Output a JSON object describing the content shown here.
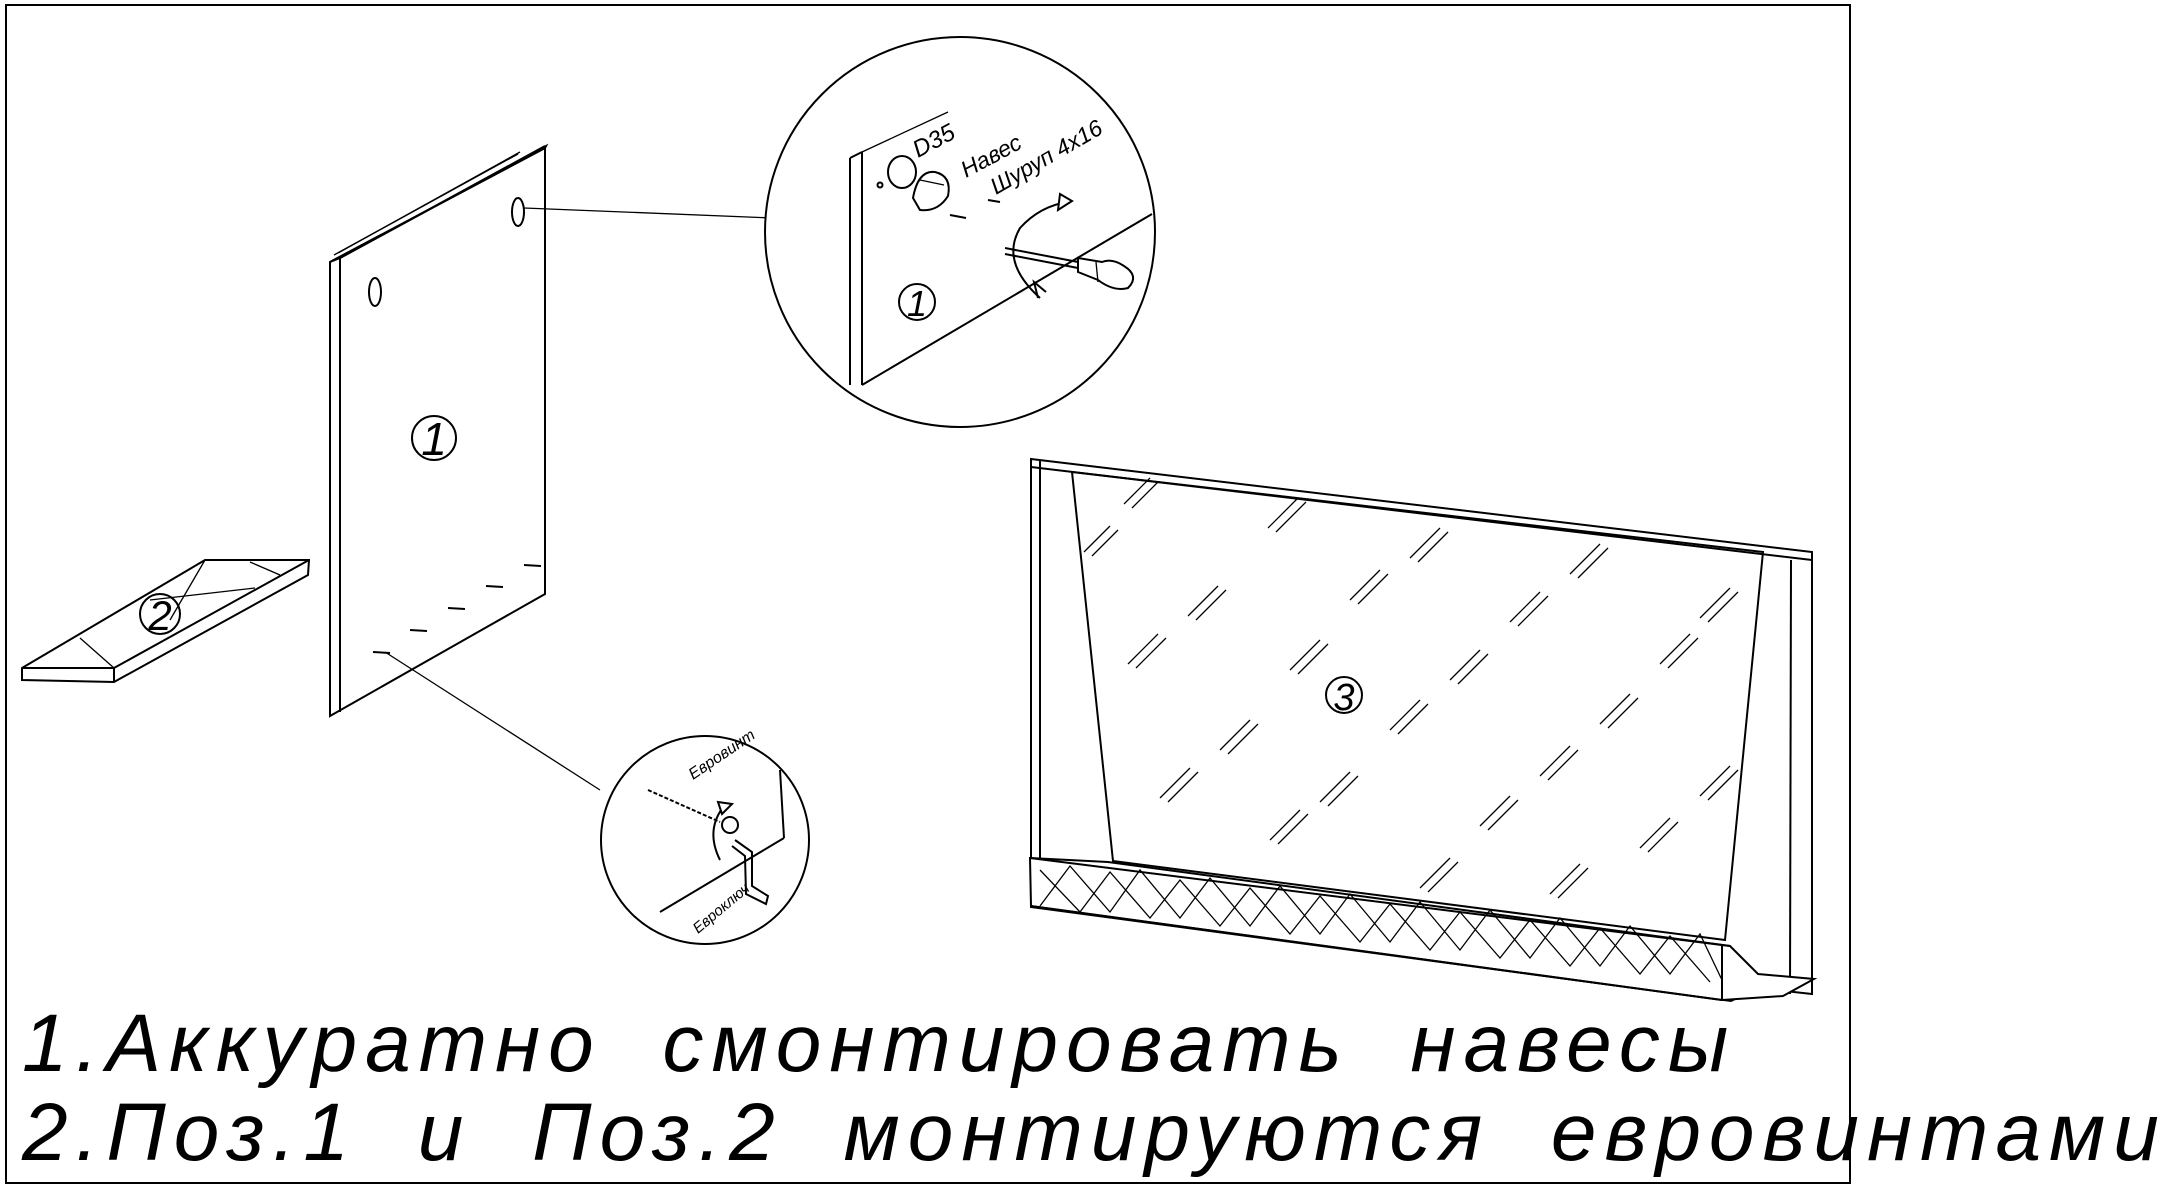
{
  "parts": {
    "pos1": "1",
    "pos2": "2",
    "pos3": "3"
  },
  "detail_top": {
    "hole_label": "D35",
    "hinge_label": "Навес",
    "screw_label": "Шуруп  4х16",
    "part_label": "1"
  },
  "detail_bottom": {
    "screw_label": "Евровинт",
    "key_label": "Евроключ"
  },
  "instructions": [
    "1.Аккуратно смонтировать навесы",
    "2.Поз.1 и Поз.2 монтируются евровинтами"
  ]
}
